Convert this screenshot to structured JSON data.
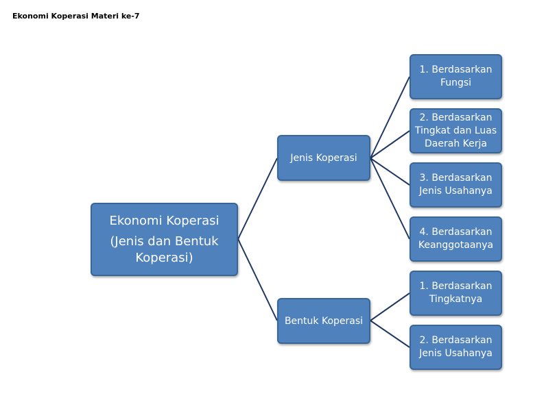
{
  "page_title": "Ekonomi Koperasi Materi ke-7",
  "root": {
    "line1": "Ekonomi Koperasi",
    "line2": "(Jenis dan Bentuk\nKoperasi)"
  },
  "branches": [
    {
      "label": "Jenis Koperasi",
      "children": [
        "1. Berdasarkan\nFungsi",
        "2. Berdasarkan\nTingkat dan Luas\nDaerah Kerja",
        "3. Berdasarkan\nJenis Usahanya",
        "4. Berdasarkan\nKeanggotaanya"
      ]
    },
    {
      "label": "Bentuk Koperasi",
      "children": [
        "1. Berdasarkan\nTingkatnya",
        "2. Berdasarkan\nJenis Usahanya"
      ]
    }
  ],
  "colors": {
    "node_fill": "#4f81bd",
    "node_border": "#3a6597",
    "connector": "#1f3864",
    "text": "#ffffff"
  }
}
